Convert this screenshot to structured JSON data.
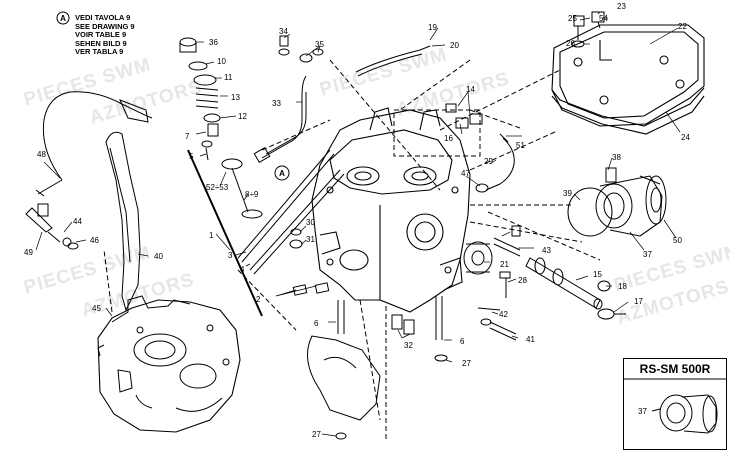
{
  "reference_note": {
    "badge": "A",
    "lines": [
      "VEDI TAVOLA 9",
      "SEE DRAWING 9",
      "VOIR TABLE 9",
      "SEHEN BILD 9",
      "VER TABLA 9"
    ]
  },
  "watermark": [
    "PIECES SWM",
    "AZMOTORS"
  ],
  "inset": {
    "title": "RS-SM 500R",
    "callout": "37"
  },
  "callouts": [
    "1",
    "2",
    "3",
    "4",
    "5",
    "6",
    "7",
    "8÷9",
    "10",
    "11",
    "12",
    "13",
    "14",
    "15",
    "16",
    "17",
    "18",
    "19",
    "20",
    "21",
    "22",
    "23",
    "24",
    "25",
    "26",
    "27",
    "28",
    "29",
    "30",
    "31",
    "32",
    "33",
    "34",
    "35",
    "36",
    "37",
    "38",
    "39",
    "40",
    "41",
    "42",
    "43",
    "44",
    "45",
    "46",
    "47",
    "48",
    "49",
    "50",
    "51",
    "52÷53",
    "54"
  ],
  "ref_marker": "A",
  "colors": {
    "line": "#000000",
    "watermark": "#e6e6e6",
    "background": "#ffffff"
  }
}
